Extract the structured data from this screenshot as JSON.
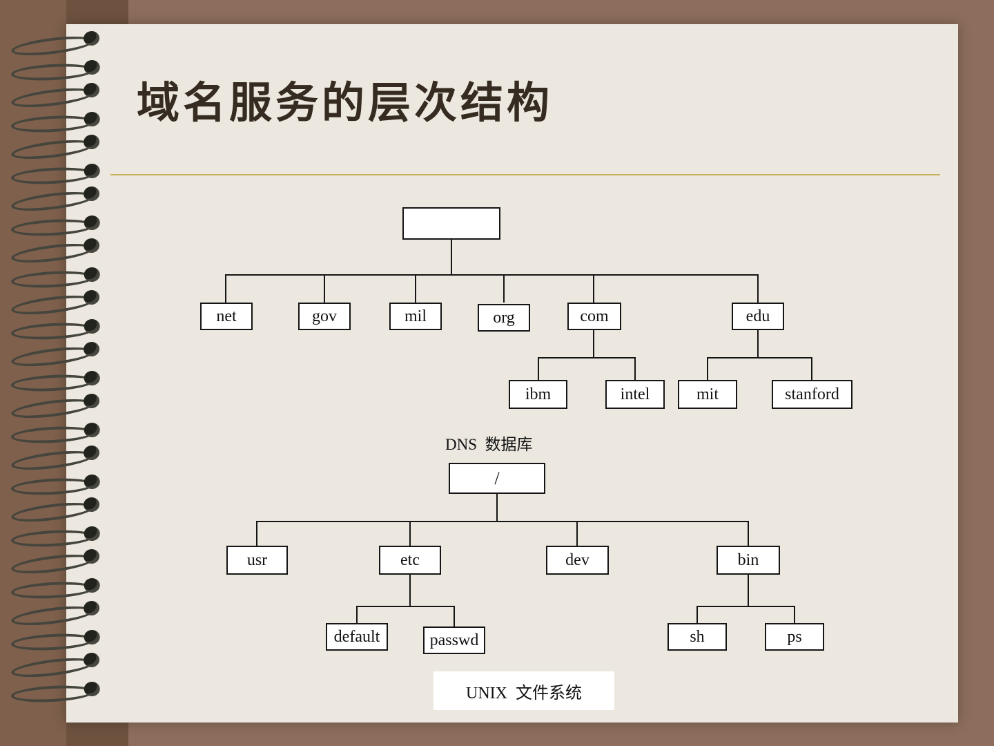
{
  "colors": {
    "backdrop": "#8d6e5c",
    "backdrop_dark": "#6e523f",
    "page": "#ece8e0",
    "divider_line": "#c6b25e",
    "tree_line": "#151515",
    "node_fill": "#ffffff"
  },
  "slide": {
    "title": "域名服务的层次结构"
  },
  "dns": {
    "root": "",
    "children": [
      "net",
      "gov",
      "mil",
      "org",
      "com",
      "edu"
    ],
    "com_children": [
      "ibm",
      "intel"
    ],
    "edu_children": [
      "mit",
      "stanford"
    ],
    "caption": "DNS  数据库"
  },
  "unix": {
    "root": "/",
    "children": [
      "usr",
      "etc",
      "dev",
      "bin"
    ],
    "etc_children": [
      "default",
      "passwd"
    ],
    "bin_children": [
      "sh",
      "ps"
    ],
    "caption": "UNIX  文件系统"
  }
}
